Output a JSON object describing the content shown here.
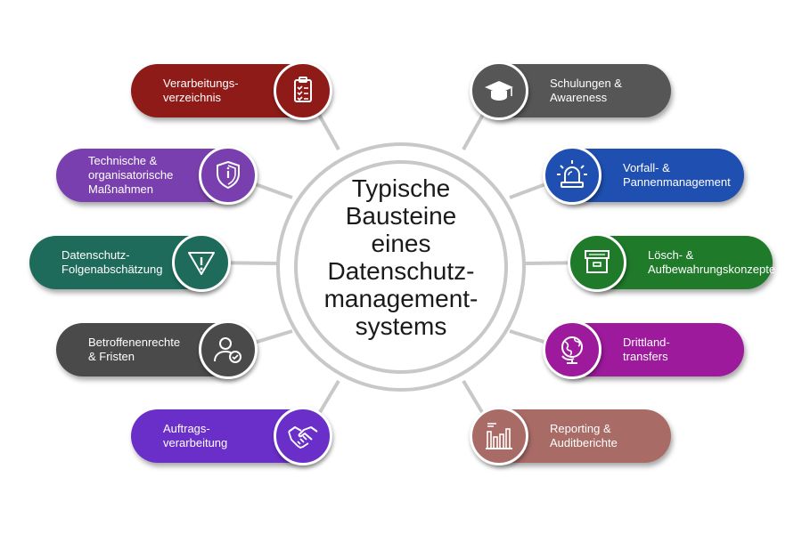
{
  "center": {
    "lines": [
      "Typische",
      "Bausteine",
      "eines",
      "Datenschutz-",
      "management-",
      "systems"
    ]
  },
  "items": [
    {
      "label": "Verarbeitungs-\nverzeichnis",
      "color": "#8e1b17",
      "icon": "clipboard-checklist-icon"
    },
    {
      "label": "Technische &\norganisatorische\nMaßnahmen",
      "color": "#7a3fae",
      "icon": "shield-icon"
    },
    {
      "label": "Datenschutz-\nFolgenabschätzung",
      "color": "#1e6b5c",
      "icon": "warning-triangle-icon"
    },
    {
      "label": "Betroffenenrechte\n& Fristen",
      "color": "#4a4a4a",
      "icon": "user-check-icon"
    },
    {
      "label": "Auftrags-\nverarbeitung",
      "color": "#6a2ec9",
      "icon": "handshake-icon"
    },
    {
      "label": "Schulungen &\nAwareness",
      "color": "#565656",
      "icon": "graduation-cap-icon"
    },
    {
      "label": "Vorfall- &\nPannenmanagement",
      "color": "#1f4fb0",
      "icon": "alarm-light-icon"
    },
    {
      "label": "Lösch- &\nAufbewahrungskonzepte",
      "color": "#1f7a2a",
      "icon": "archive-box-icon"
    },
    {
      "label": "Drittland-\ntransfers",
      "color": "#9c1a9b",
      "icon": "globe-icon"
    },
    {
      "label": "Reporting &\nAuditberichte",
      "color": "#a86b66",
      "icon": "bar-chart-icon"
    }
  ]
}
